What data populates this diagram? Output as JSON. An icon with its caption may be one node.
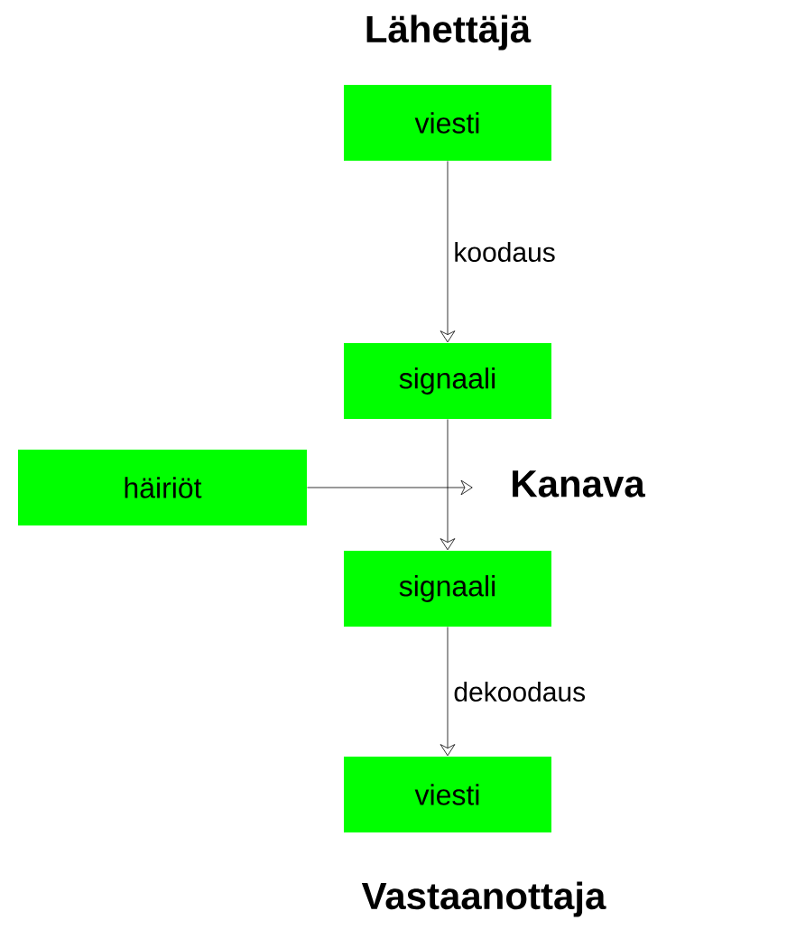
{
  "diagram": {
    "nodes": [
      {
        "text": [
          "viesti"
        ]
      },
      {
        "text": [
          "signaali"
        ]
      },
      {
        "text": [
          "häiriöt"
        ]
      },
      {
        "text": [
          "signaali"
        ]
      },
      {
        "text": [
          "viesti"
        ]
      }
    ],
    "edges": [
      {
        "from": 0,
        "to": 1,
        "arrow": "to",
        "label": "koodaus"
      },
      {
        "from": 1,
        "to": 3,
        "arrow": "to"
      },
      {
        "from": 2,
        "to": null,
        "arrow": "to"
      },
      {
        "from": 3,
        "to": 4,
        "arrow": "to",
        "label": "dekoodaus"
      }
    ],
    "labels": [
      "Lähettäjä",
      "Kanava",
      "Vastaanottaja"
    ]
  }
}
